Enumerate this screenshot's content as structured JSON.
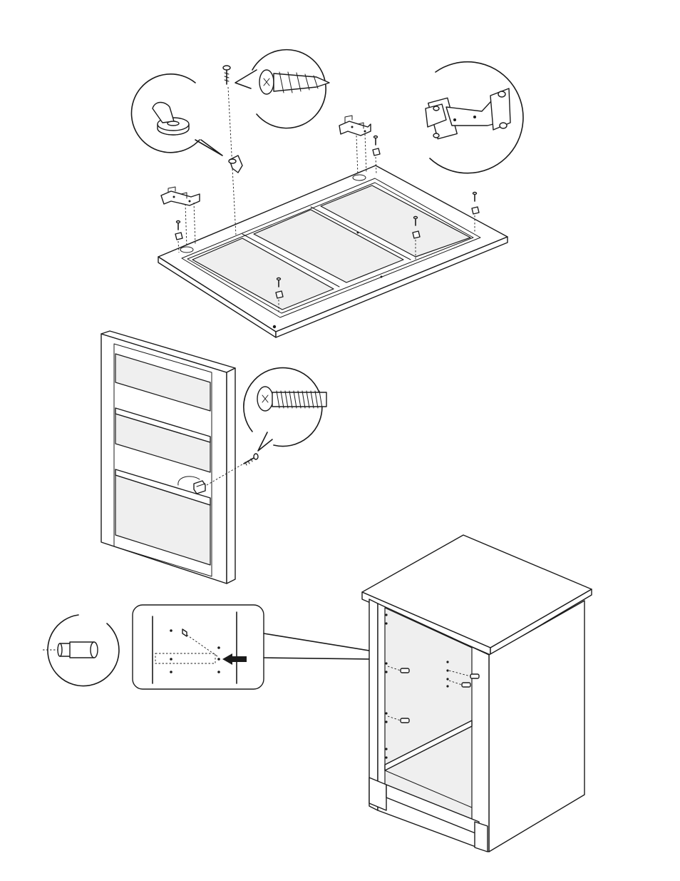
{
  "figure": {
    "steps": [
      "hinge-and-door-buffer-mounting",
      "knob-attachment",
      "shelf-pin-insertion"
    ],
    "colors": {
      "line": "#1a1a1a",
      "background": "#ffffff",
      "panel": "#efefef"
    },
    "icons": [
      "wood-screw-icon",
      "door-buffer-icon",
      "hinge-icon",
      "machine-screw-icon",
      "shelf-pin-icon",
      "insertion-arrow-icon"
    ]
  }
}
